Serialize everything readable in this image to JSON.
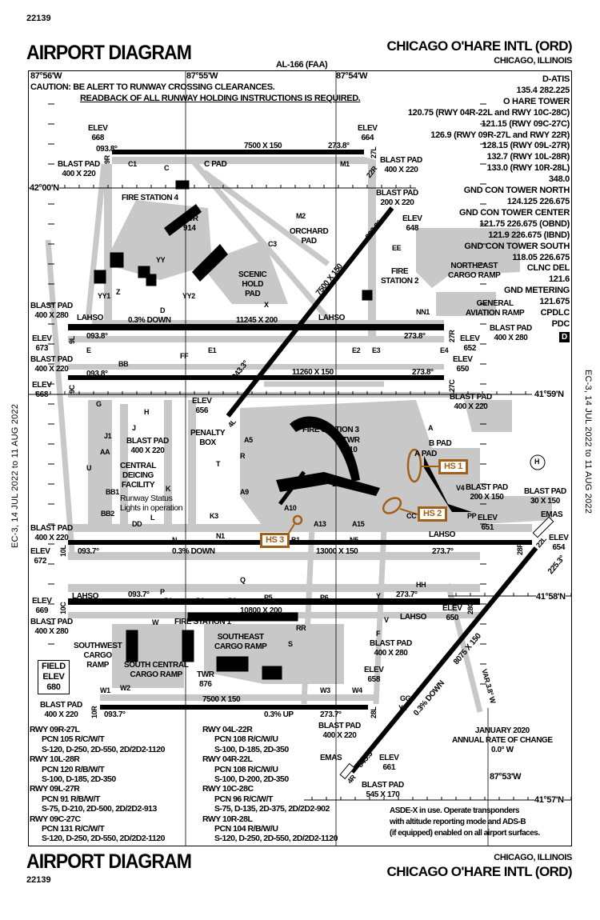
{
  "header": {
    "chart_number": "22139",
    "title": "AIRPORT DIAGRAM",
    "agency": "AL-166 (FAA)",
    "airport_name": "CHICAGO O'HARE INTL (ORD)",
    "city_state": "CHICAGO, ILLINOIS"
  },
  "footer": {
    "title": "AIRPORT DIAGRAM",
    "chart_number": "22139",
    "city_state": "CHICAGO, ILLINOIS",
    "airport_name": "CHICAGO O'HARE INTL (ORD)"
  },
  "side_text": "EC-3, 14 JUL 2022 to 11 AUG 2022",
  "caution": {
    "line1": "CAUTION: BE ALERT TO RUNWAY CROSSING CLEARANCES.",
    "line2": "READBACK OF ALL RUNWAY HOLDING INSTRUCTIONS IS REQUIRED."
  },
  "coordinates": {
    "lon_56": "87°56'W",
    "lon_55": "87°55'W",
    "lon_54": "87°54'W",
    "lon_53": "87°53'W",
    "lat_00": "42°00'N",
    "lat_59": "41°59'N",
    "lat_58": "41°58'N",
    "lat_57": "41°57'N"
  },
  "frequencies": [
    "D-ATIS",
    "135.4  282.225",
    "O HARE TOWER",
    "120.75 (RWY 04R-22L and RWY 10C-28C)",
    "121.15 (RWY 09C-27C)",
    "126.9 (RWY 09R-27L and RWY 22R)",
    "128.15 (RWY 09L-27R)",
    "132.7 (RWY 10L-28R)",
    "133.0 (RWY 10R-28L)",
    "348.0",
    "GND CON TOWER NORTH",
    "124.125  226.675",
    "GND CON TOWER CENTER",
    "121.75  226.675 (OBND)",
    "121.9  226.675 (IBND)",
    "GND CON TOWER SOUTH",
    "118.05 226.675",
    "CLNC DEL",
    "121.6",
    "GND METERING",
    "121.675",
    "CPDLC",
    "PDC"
  ],
  "frequency_badge": "D",
  "runways": [
    {
      "id": "09R-27L",
      "ends": [
        "9R",
        "27L"
      ],
      "size": "7500 X 150",
      "headings": [
        "093.8°",
        "273.8°"
      ]
    },
    {
      "id": "09L-27R",
      "ends": [
        "9L",
        "27R"
      ],
      "size": "11245 X 200",
      "headings": [
        "093.8°",
        "273.8°"
      ],
      "slope": "0.3% DOWN"
    },
    {
      "id": "09C-27C",
      "ends": [
        "9C",
        "27C"
      ],
      "size": "11260 X 150",
      "headings": [
        "093.8°",
        "273.8°"
      ]
    },
    {
      "id": "10L-28R",
      "ends": [
        "10L",
        "28R"
      ],
      "size": "13000 X 150",
      "headings": [
        "093.7°",
        "273.7°"
      ],
      "slope": "0.3% DOWN"
    },
    {
      "id": "10C-28C",
      "ends": [
        "10C",
        "28C"
      ],
      "size": "10800 X 200",
      "headings": [
        "093.7°",
        "273.7°"
      ]
    },
    {
      "id": "10R-28L",
      "ends": [
        "10R",
        "28L"
      ],
      "size": "7500 X 150",
      "headings": [
        "093.7°",
        "273.7°"
      ],
      "slope": "0.3% UP"
    },
    {
      "id": "04L-22R",
      "ends": [
        "4L",
        "22R"
      ],
      "size": "7500 X 150",
      "headings": [
        "043.3°",
        "223.3°"
      ]
    },
    {
      "id": "04R-22L",
      "ends": [
        "4R",
        "22L"
      ],
      "size": "8075 X 150",
      "headings": [
        "045.3°",
        "225.3°"
      ],
      "slope": "0.3% DOWN"
    }
  ],
  "runway_data_left": [
    {
      "rwy": "RWY  09R-27L",
      "pcn": "PCN 105 R/C/W/T",
      "weights": "S-120, D-250, 2D-550, 2D/2D2-1120"
    },
    {
      "rwy": "RWY  10L-28R",
      "pcn": "PCN 120 R/B/W/T",
      "weights": "S-100, D-185, 2D-350"
    },
    {
      "rwy": "RWY  09L-27R",
      "pcn": "PCN 91 R/B/W/T",
      "weights": "S-75, D-210, 2D-500, 2D/2D2-913"
    },
    {
      "rwy": "RWY  09C-27C",
      "pcn": "PCN 131 R/C/W/T",
      "weights": "S-120, D-250, 2D-550, 2D/2D2-1120"
    }
  ],
  "runway_data_right": [
    {
      "rwy": "RWY  04L-22R",
      "pcn": "PCN 108 R/C/W/U",
      "weights": "S-100, D-185, 2D-350"
    },
    {
      "rwy": "RWY  04R-22L",
      "pcn": "PCN 108 R/C/W/U",
      "weights": "S-100, D-200, 2D-350"
    },
    {
      "rwy": "RWY  10C-28C",
      "pcn": "PCN 96 R/C/W/T",
      "weights": "S-75, D-135, 2D-375, 2D/2D2-902"
    },
    {
      "rwy": "RWY  10R-28L",
      "pcn": "PCN 104 R/B/W/U",
      "weights": "S-120, D-250, 2D-550, 2D/2D2-1120"
    }
  ],
  "asde_note": [
    "ASDE-X in use. Operate transponders",
    "with altitude reporting mode and ADS-B",
    "(if equipped) enabled on all airport surfaces."
  ],
  "magvar": {
    "date": "JANUARY 2020",
    "label": "ANNUAL RATE OF CHANGE",
    "value": "0.0° W",
    "var_text": "VAR 3.8° W"
  },
  "field_elev": [
    "FIELD",
    "ELEV",
    "680"
  ],
  "hot_spots": [
    "HS 1",
    "HS 2",
    "HS 3"
  ],
  "heliport_icon": "H",
  "labels": {
    "elev_9r": [
      "ELEV",
      "668"
    ],
    "elev_27l": [
      "ELEV",
      "664"
    ],
    "bp_9r": [
      "BLAST PAD",
      "400 X 220"
    ],
    "bp_27l": [
      "BLAST PAD",
      "400 X 220"
    ],
    "c_pad": [
      "C PAD"
    ],
    "fire4": [
      "FIRE STATION 4"
    ],
    "twr914": [
      "TWR",
      "914"
    ],
    "orchard": [
      "ORCHARD",
      "PAD"
    ],
    "scenic": [
      "SCENIC",
      "HOLD",
      "PAD"
    ],
    "bp_22r": [
      "BLAST PAD",
      "200 X 220"
    ],
    "elev_22r": [
      "ELEV",
      "648"
    ],
    "fire2": [
      "FIRE",
      "STATION 2"
    ],
    "ne_cargo": [
      "NORTHEAST",
      "CARGO RAMP"
    ],
    "ga_ramp": [
      "GENERAL",
      "AVIATION RAMP"
    ],
    "bp_9l": [
      "BLAST PAD",
      "400 X 280"
    ],
    "lahso_9l": [
      "LAHSO"
    ],
    "lahso_9l_b": [
      "LAHSO"
    ],
    "elev_9l": [
      "ELEV",
      "673"
    ],
    "elev_27r": [
      "ELEV",
      "652"
    ],
    "bp_27r": [
      "BLAST PAD",
      "400 X 280"
    ],
    "bp_9c": [
      "BLAST PAD",
      "400 X 220"
    ],
    "elev_27c": [
      "ELEV",
      "650"
    ],
    "elev_9c": [
      "ELEV",
      "668"
    ],
    "bp_27c": [
      "BLAST PAD",
      "400 X 220"
    ],
    "elev_4l": [
      "ELEV",
      "656"
    ],
    "penalty": [
      "PENALTY",
      "BOX"
    ],
    "bp_4l": [
      "BLAST PAD",
      "400 X 220"
    ],
    "deicing": [
      "CENTRAL",
      "DEICING",
      "FACILITY"
    ],
    "rwsl": [
      "Runway Status",
      "Lights in operation"
    ],
    "fire3": [
      "FIRE STATION 3"
    ],
    "twr910": [
      "TWR",
      "910"
    ],
    "b_pad": [
      "B PAD"
    ],
    "a_pad": [
      "A PAD"
    ],
    "bp_28r": [
      "BLAST PAD",
      "200 X 150"
    ],
    "bp_22l": [
      "BLAST PAD",
      "30 X 150"
    ],
    "emas_22l": [
      "EMAS"
    ],
    "bp_10l": [
      "BLAST PAD",
      "400 X 220"
    ],
    "elev_10l": [
      "ELEV",
      "672"
    ],
    "elev_28r": [
      "ELEV",
      "651"
    ],
    "lahso_28r": [
      "LAHSO"
    ],
    "elev_22l": [
      "ELEV",
      "654"
    ],
    "lahso_10c": [
      "LAHSO"
    ],
    "elev_10c": [
      "ELEV",
      "669"
    ],
    "bp_10c": [
      "BLAST PAD",
      "400 X 280"
    ],
    "fire1": [
      "FIRE STATION 1"
    ],
    "se_cargo": [
      "SOUTHEAST",
      "CARGO RAMP"
    ],
    "sw_cargo": [
      "SOUTHWEST",
      "CARGO",
      "RAMP"
    ],
    "sc_cargo": [
      "SOUTH CENTRAL",
      "CARGO RAMP"
    ],
    "twr876": [
      "TWR",
      "876"
    ],
    "lahso_28c": [
      "LAHSO"
    ],
    "elev_28c": [
      "ELEV",
      "650"
    ],
    "bp_28c": [
      "BLAST PAD",
      "400 X 280"
    ],
    "elev_28l": [
      "ELEV",
      "658"
    ],
    "bp_10r": [
      "BLAST PAD",
      "400 X 220"
    ],
    "bp_28l": [
      "BLAST PAD",
      "400 X 220"
    ],
    "emas_4r": [
      "EMAS"
    ],
    "elev_4r": [
      "ELEV",
      "661"
    ],
    "bp_4r": [
      "BLAST PAD",
      "545 X 170"
    ]
  },
  "taxiway_labels": [
    "C",
    "C1",
    "M1",
    "M2",
    "C3",
    "X",
    "Z",
    "YY",
    "YY1",
    "YY2",
    "D",
    "E",
    "E1",
    "E2",
    "E3",
    "E4",
    "FF",
    "BB",
    "G",
    "H",
    "J",
    "J1",
    "AA",
    "U",
    "T",
    "R",
    "A",
    "A5",
    "A9",
    "A10",
    "A13",
    "A15",
    "B",
    "B1",
    "BB1",
    "BB2",
    "K",
    "K3",
    "L",
    "N",
    "N1",
    "N5",
    "P",
    "P1",
    "P2",
    "P3",
    "P5",
    "P6",
    "Q",
    "W",
    "W1",
    "W2",
    "W3",
    "W4",
    "RR",
    "S",
    "F",
    "Y",
    "Y2",
    "GG",
    "HH",
    "V",
    "V4",
    "PP",
    "NN1",
    "EE",
    "CC",
    "DD"
  ],
  "colors": {
    "runway": "#000000",
    "taxiway": "#c8c8c8",
    "hot_spot": "#a0601a"
  }
}
